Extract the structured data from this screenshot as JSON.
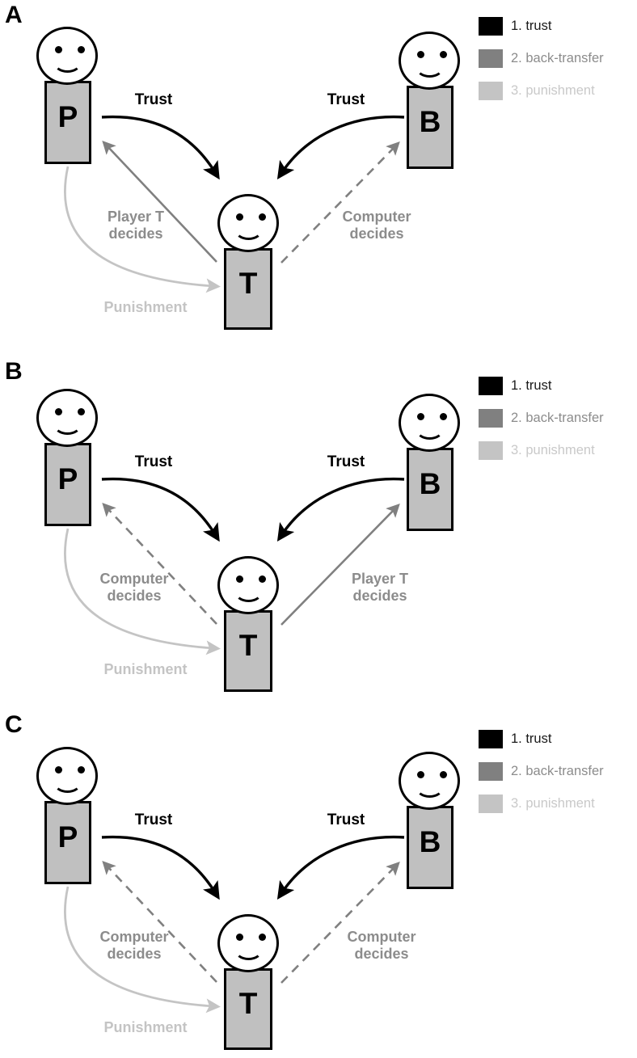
{
  "figure": {
    "type": "diagram",
    "description": "Three-panel schematic of a trust game with players P, T and B",
    "colors": {
      "trust_black": "#000000",
      "back_transfer_grey": "#808080",
      "punishment_light_grey": "#c4c4c4",
      "body_fill": "#c0c0c0",
      "outline": "#000000"
    }
  },
  "legend": {
    "items": [
      {
        "label": "1. trust",
        "swatch": "#000000",
        "text_color": "#1a1a1a"
      },
      {
        "label": "2. back-transfer",
        "swatch": "#808080",
        "text_color": "#8c8c8c"
      },
      {
        "label": "3. punishment",
        "swatch": "#c4c4c4",
        "text_color": "#c9c9c9"
      }
    ]
  },
  "panels": [
    {
      "id": "A",
      "label": "A",
      "actors": {
        "left": "P",
        "center": "T",
        "right": "B"
      },
      "arrows": {
        "trust_left_label": "Trust",
        "trust_right_label": "Trust",
        "back_transfer_left_label": "Player T\ndecides",
        "back_transfer_left_style": "solid",
        "back_transfer_right_label": "Computer\ndecides",
        "back_transfer_right_style": "dashed",
        "punishment_label": "Punishment"
      }
    },
    {
      "id": "B",
      "label": "B",
      "actors": {
        "left": "P",
        "center": "T",
        "right": "B"
      },
      "arrows": {
        "trust_left_label": "Trust",
        "trust_right_label": "Trust",
        "back_transfer_left_label": "Computer\ndecides",
        "back_transfer_left_style": "dashed",
        "back_transfer_right_label": "Player T\ndecides",
        "back_transfer_right_style": "solid",
        "punishment_label": "Punishment"
      }
    },
    {
      "id": "C",
      "label": "C",
      "actors": {
        "left": "P",
        "center": "T",
        "right": "B"
      },
      "arrows": {
        "trust_left_label": "Trust",
        "trust_right_label": "Trust",
        "back_transfer_left_label": "Computer\ndecides",
        "back_transfer_left_style": "dashed",
        "back_transfer_right_label": "Computer\ndecides",
        "back_transfer_right_style": "dashed",
        "punishment_label": "Punishment"
      }
    }
  ]
}
